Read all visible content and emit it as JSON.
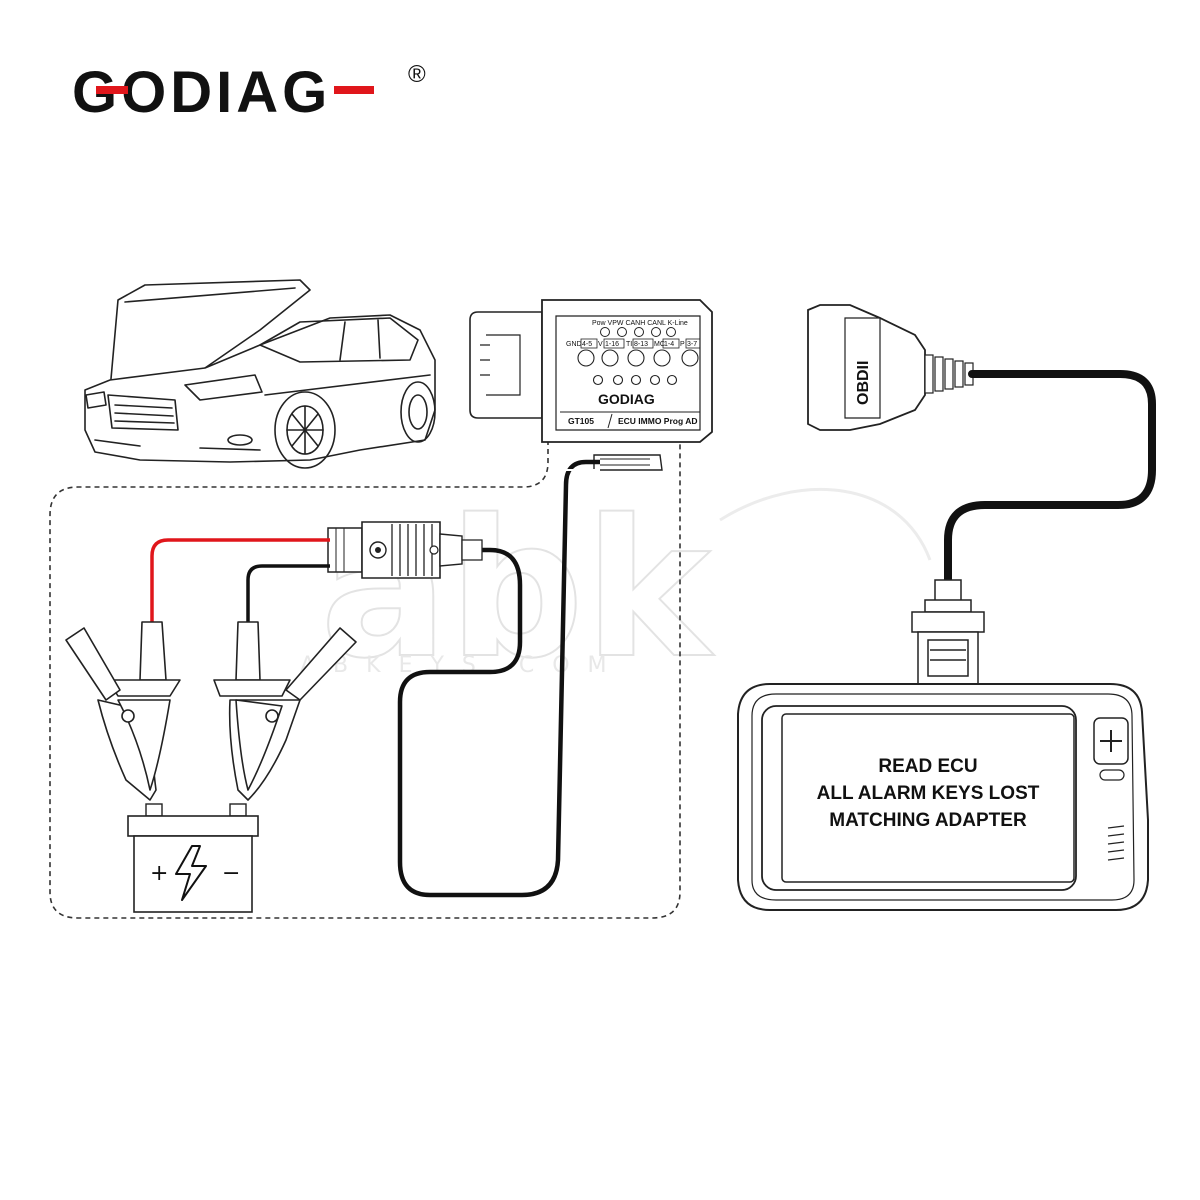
{
  "brand": {
    "logo_text": "GODIAG",
    "registered_mark": "®",
    "logo_color": "#111111",
    "accent_color": "#e0161b"
  },
  "adapter": {
    "brand": "GODIAG",
    "model": "GT105",
    "name": "ECU IMMO Prog AD",
    "header_labels": "Pow VPW CANH CANL K-Line",
    "pins": [
      "GND",
      "V",
      "TI",
      "MC",
      "P"
    ],
    "pin_values": [
      "4-5",
      "1-16",
      "8-13",
      "1-4",
      "3-7"
    ]
  },
  "cable": {
    "connector_label": "OBDII"
  },
  "battery": {
    "plus": "+",
    "minus": "−",
    "icon": "lightning-bolt-icon"
  },
  "device": {
    "screen_lines": [
      "READ ECU",
      "ALL ALARM KEYS LOST",
      "MATCHING ADAPTER"
    ],
    "button_icon": "plus-icon"
  },
  "watermark": {
    "text": "abk",
    "subtext": "ABKEYS.COM"
  },
  "wires": {
    "positive_color": "#e0161b",
    "negative_color": "#111111"
  }
}
